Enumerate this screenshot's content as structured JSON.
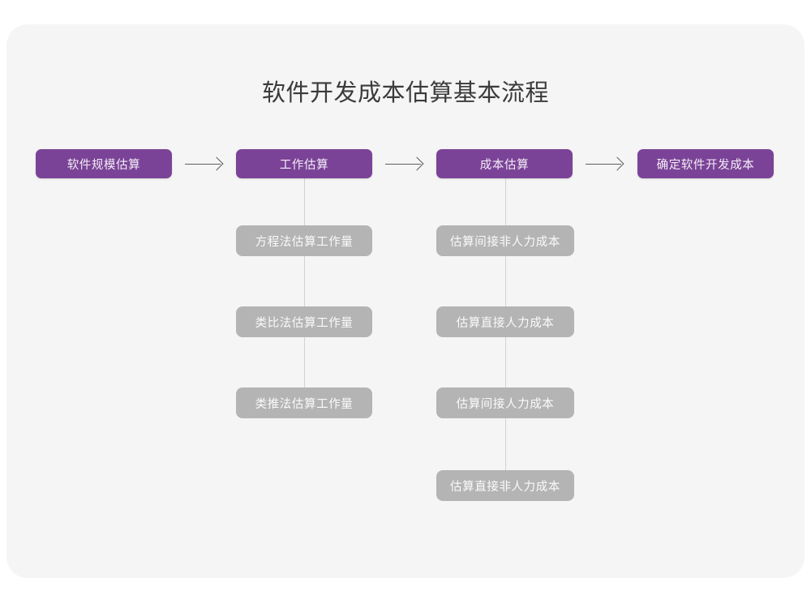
{
  "diagram": {
    "title": "软件开发成本估算基本流程",
    "colors": {
      "primary": "#7b4397",
      "sub": "#b4b4b4",
      "card_background": "#f5f5f5",
      "page_background": "#ffffff",
      "title_text": "#3b3b3b",
      "connector": "#d2d2d2",
      "arrow": "#5d5d5d"
    },
    "flow": {
      "steps": [
        {
          "id": "size",
          "label": "软件规模估算"
        },
        {
          "id": "effort",
          "label": "工作估算"
        },
        {
          "id": "cost",
          "label": "成本估算"
        },
        {
          "id": "final",
          "label": "确定软件开发成本"
        }
      ],
      "arrow_glyph": "arrow-right-icon",
      "arrows": [
        {
          "from": "size",
          "to": "effort"
        },
        {
          "from": "effort",
          "to": "cost"
        },
        {
          "from": "cost",
          "to": "final"
        }
      ]
    },
    "branches": [
      {
        "parent": "effort",
        "items": [
          {
            "label": "方程法估算工作量"
          },
          {
            "label": "类比法估算工作量"
          },
          {
            "label": "类推法估算工作量"
          }
        ]
      },
      {
        "parent": "cost",
        "items": [
          {
            "label": "估算间接非人力成本"
          },
          {
            "label": "估算直接人力成本"
          },
          {
            "label": "估算间接人力成本"
          },
          {
            "label": "估算直接非人力成本"
          }
        ]
      }
    ]
  }
}
